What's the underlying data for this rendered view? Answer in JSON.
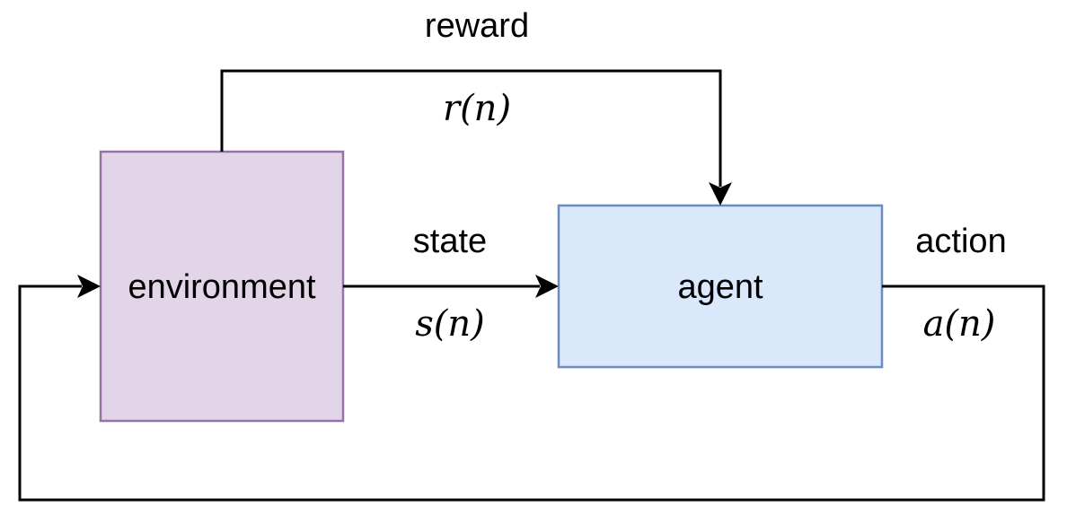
{
  "diagram": {
    "nodes": {
      "environment": {
        "label": "environment",
        "fill": "#e1d5e7",
        "stroke": "#9673a6"
      },
      "agent": {
        "label": "agent",
        "fill": "#dae8fc",
        "stroke": "#6c8ebf"
      }
    },
    "edges": {
      "reward": {
        "from": "environment",
        "to": "agent",
        "label": "reward",
        "math": "r(n)"
      },
      "state": {
        "from": "environment",
        "to": "agent",
        "label": "state",
        "math": "s(n)"
      },
      "action": {
        "from": "agent",
        "to": "environment",
        "label": "action",
        "math": "a(n)"
      }
    }
  }
}
